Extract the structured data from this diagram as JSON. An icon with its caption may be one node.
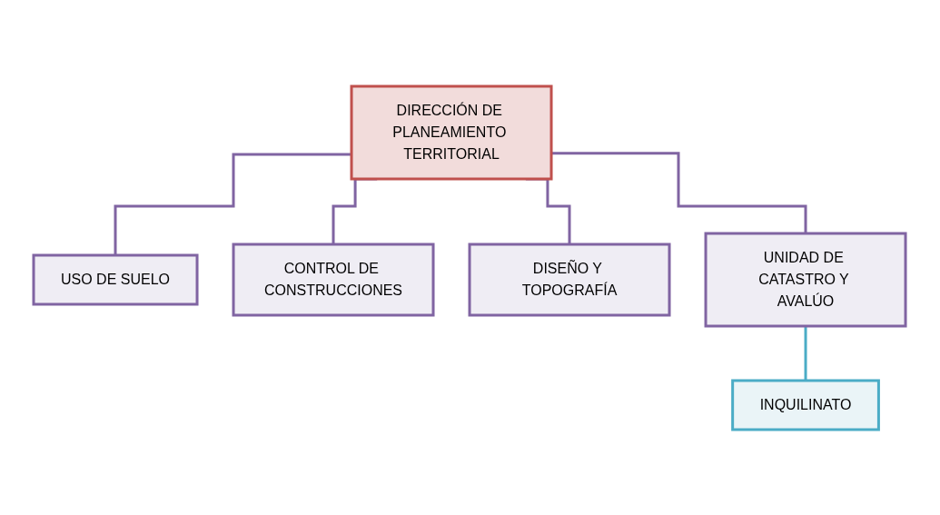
{
  "diagram": {
    "nodes": [
      {
        "text": [
          "DIRECCIÓN DE PLANEAMIENTO TERRITORIAL"
        ]
      },
      {
        "text": [
          "USO DE SUELO"
        ]
      },
      {
        "text": [
          "CONTROL DE CONSTRUCCIONES"
        ]
      },
      {
        "text": [
          "DISEÑO Y TOPOGRAFÍA"
        ]
      },
      {
        "text": [
          "UNIDAD DE CATASTRO Y AVALÚO"
        ]
      },
      {
        "text": [
          "INQUILINATO"
        ]
      }
    ],
    "edges": [
      {
        "from": 0,
        "to": 1,
        "arrow": "none"
      },
      {
        "from": 0,
        "to": 2,
        "arrow": "none"
      },
      {
        "from": 0,
        "to": 3,
        "arrow": "none"
      },
      {
        "from": 0,
        "to": 4,
        "arrow": "none"
      },
      {
        "from": 4,
        "to": 5,
        "arrow": "none",
        "color": "#4bacc6"
      }
    ]
  }
}
